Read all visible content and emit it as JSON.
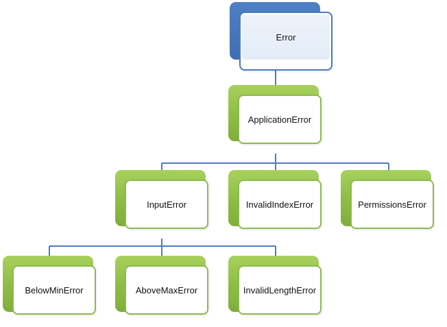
{
  "diagram": {
    "nodes": [
      {
        "id": "error",
        "label": "Error",
        "style": "blue"
      },
      {
        "id": "application-error",
        "label": "ApplicationError",
        "style": "green"
      },
      {
        "id": "input-error",
        "label": "InputError",
        "style": "green"
      },
      {
        "id": "invalid-index-error",
        "label": "InvalidIndexError",
        "style": "green"
      },
      {
        "id": "permissions-error",
        "label": "PermissionsError",
        "style": "green"
      },
      {
        "id": "below-min-error",
        "label": "BelowMinError",
        "style": "green"
      },
      {
        "id": "above-max-error",
        "label": "AboveMaxError",
        "style": "green"
      },
      {
        "id": "invalid-length-error",
        "label": "InvalidLengthError",
        "style": "green"
      }
    ],
    "edges": [
      {
        "from": "error",
        "to": "application-error"
      },
      {
        "from": "application-error",
        "to": "input-error"
      },
      {
        "from": "application-error",
        "to": "invalid-index-error"
      },
      {
        "from": "application-error",
        "to": "permissions-error"
      },
      {
        "from": "input-error",
        "to": "below-min-error"
      },
      {
        "from": "input-error",
        "to": "above-max-error"
      },
      {
        "from": "input-error",
        "to": "invalid-length-error"
      }
    ],
    "colors": {
      "connector": "#4a7cc0",
      "root_tab": "#3e6fb3",
      "node_tab": "#8fbe48",
      "node_border": "#8db950"
    }
  }
}
